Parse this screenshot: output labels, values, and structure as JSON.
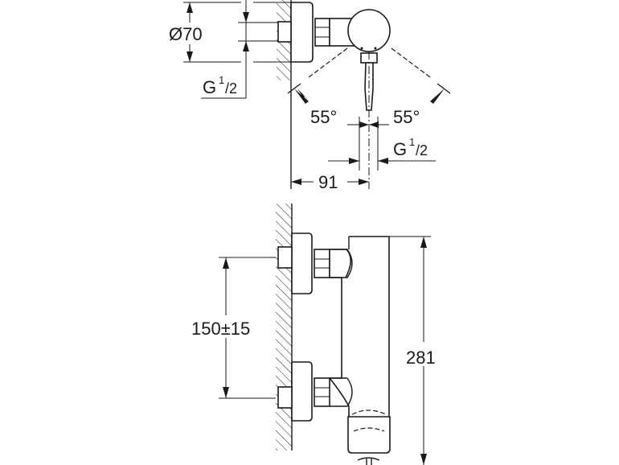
{
  "title": "Shower mixer dimension drawing",
  "top_view": {
    "diameter_label": "Ø70",
    "thread_left": {
      "main": "G",
      "sup": "1",
      "sub": "/2"
    },
    "angle_left": "55°",
    "angle_right": "55°",
    "thread_right": {
      "main": "G",
      "sup": "1",
      "sub": "/2"
    },
    "depth_label": "91"
  },
  "side_view": {
    "centers_label": "150±15",
    "height_label": "281"
  }
}
